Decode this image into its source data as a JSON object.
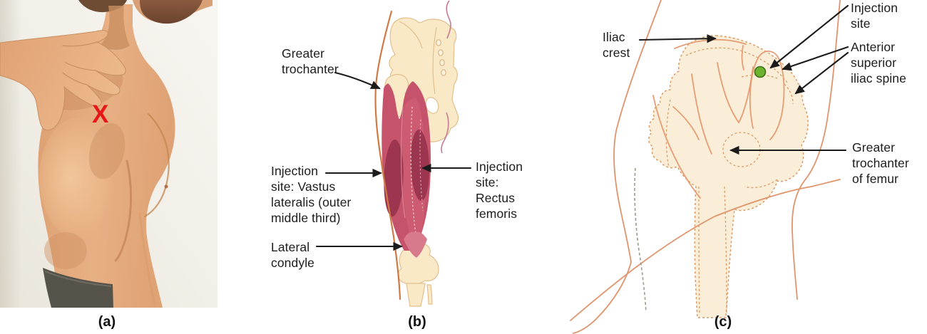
{
  "figure": {
    "panels": {
      "a": {
        "caption": "(a)",
        "marker": "X"
      },
      "b": {
        "caption": "(b)",
        "labels": {
          "greater_trochanter": "Greater\ntrochanter",
          "vastus_lateralis": "Injection\nsite: Vastus\nlateralis (outer\nmiddle third)",
          "rectus_femoris": "Injection\nsite:\nRectus\nfemoris",
          "lateral_condyle": "Lateral\ncondyle"
        }
      },
      "c": {
        "caption": "(c)",
        "labels": {
          "iliac_crest": "Iliac\ncrest",
          "injection_site": "Injection\nsite",
          "anterior_superior_iliac_spine": "Anterior\nsuperior\niliac spine",
          "greater_trochanter_of_femur": "Greater\ntrochanter\nof femur"
        }
      }
    },
    "colors": {
      "marker_red": "#e81717",
      "injection_dot_green": "#6cb32f",
      "muscle_red": "#c4536b",
      "muscle_dark_red": "#9c3550",
      "bone_cream": "#f9e9c6",
      "outline_orange": "#cf7a45",
      "label_text": "#1c1c1c"
    }
  }
}
